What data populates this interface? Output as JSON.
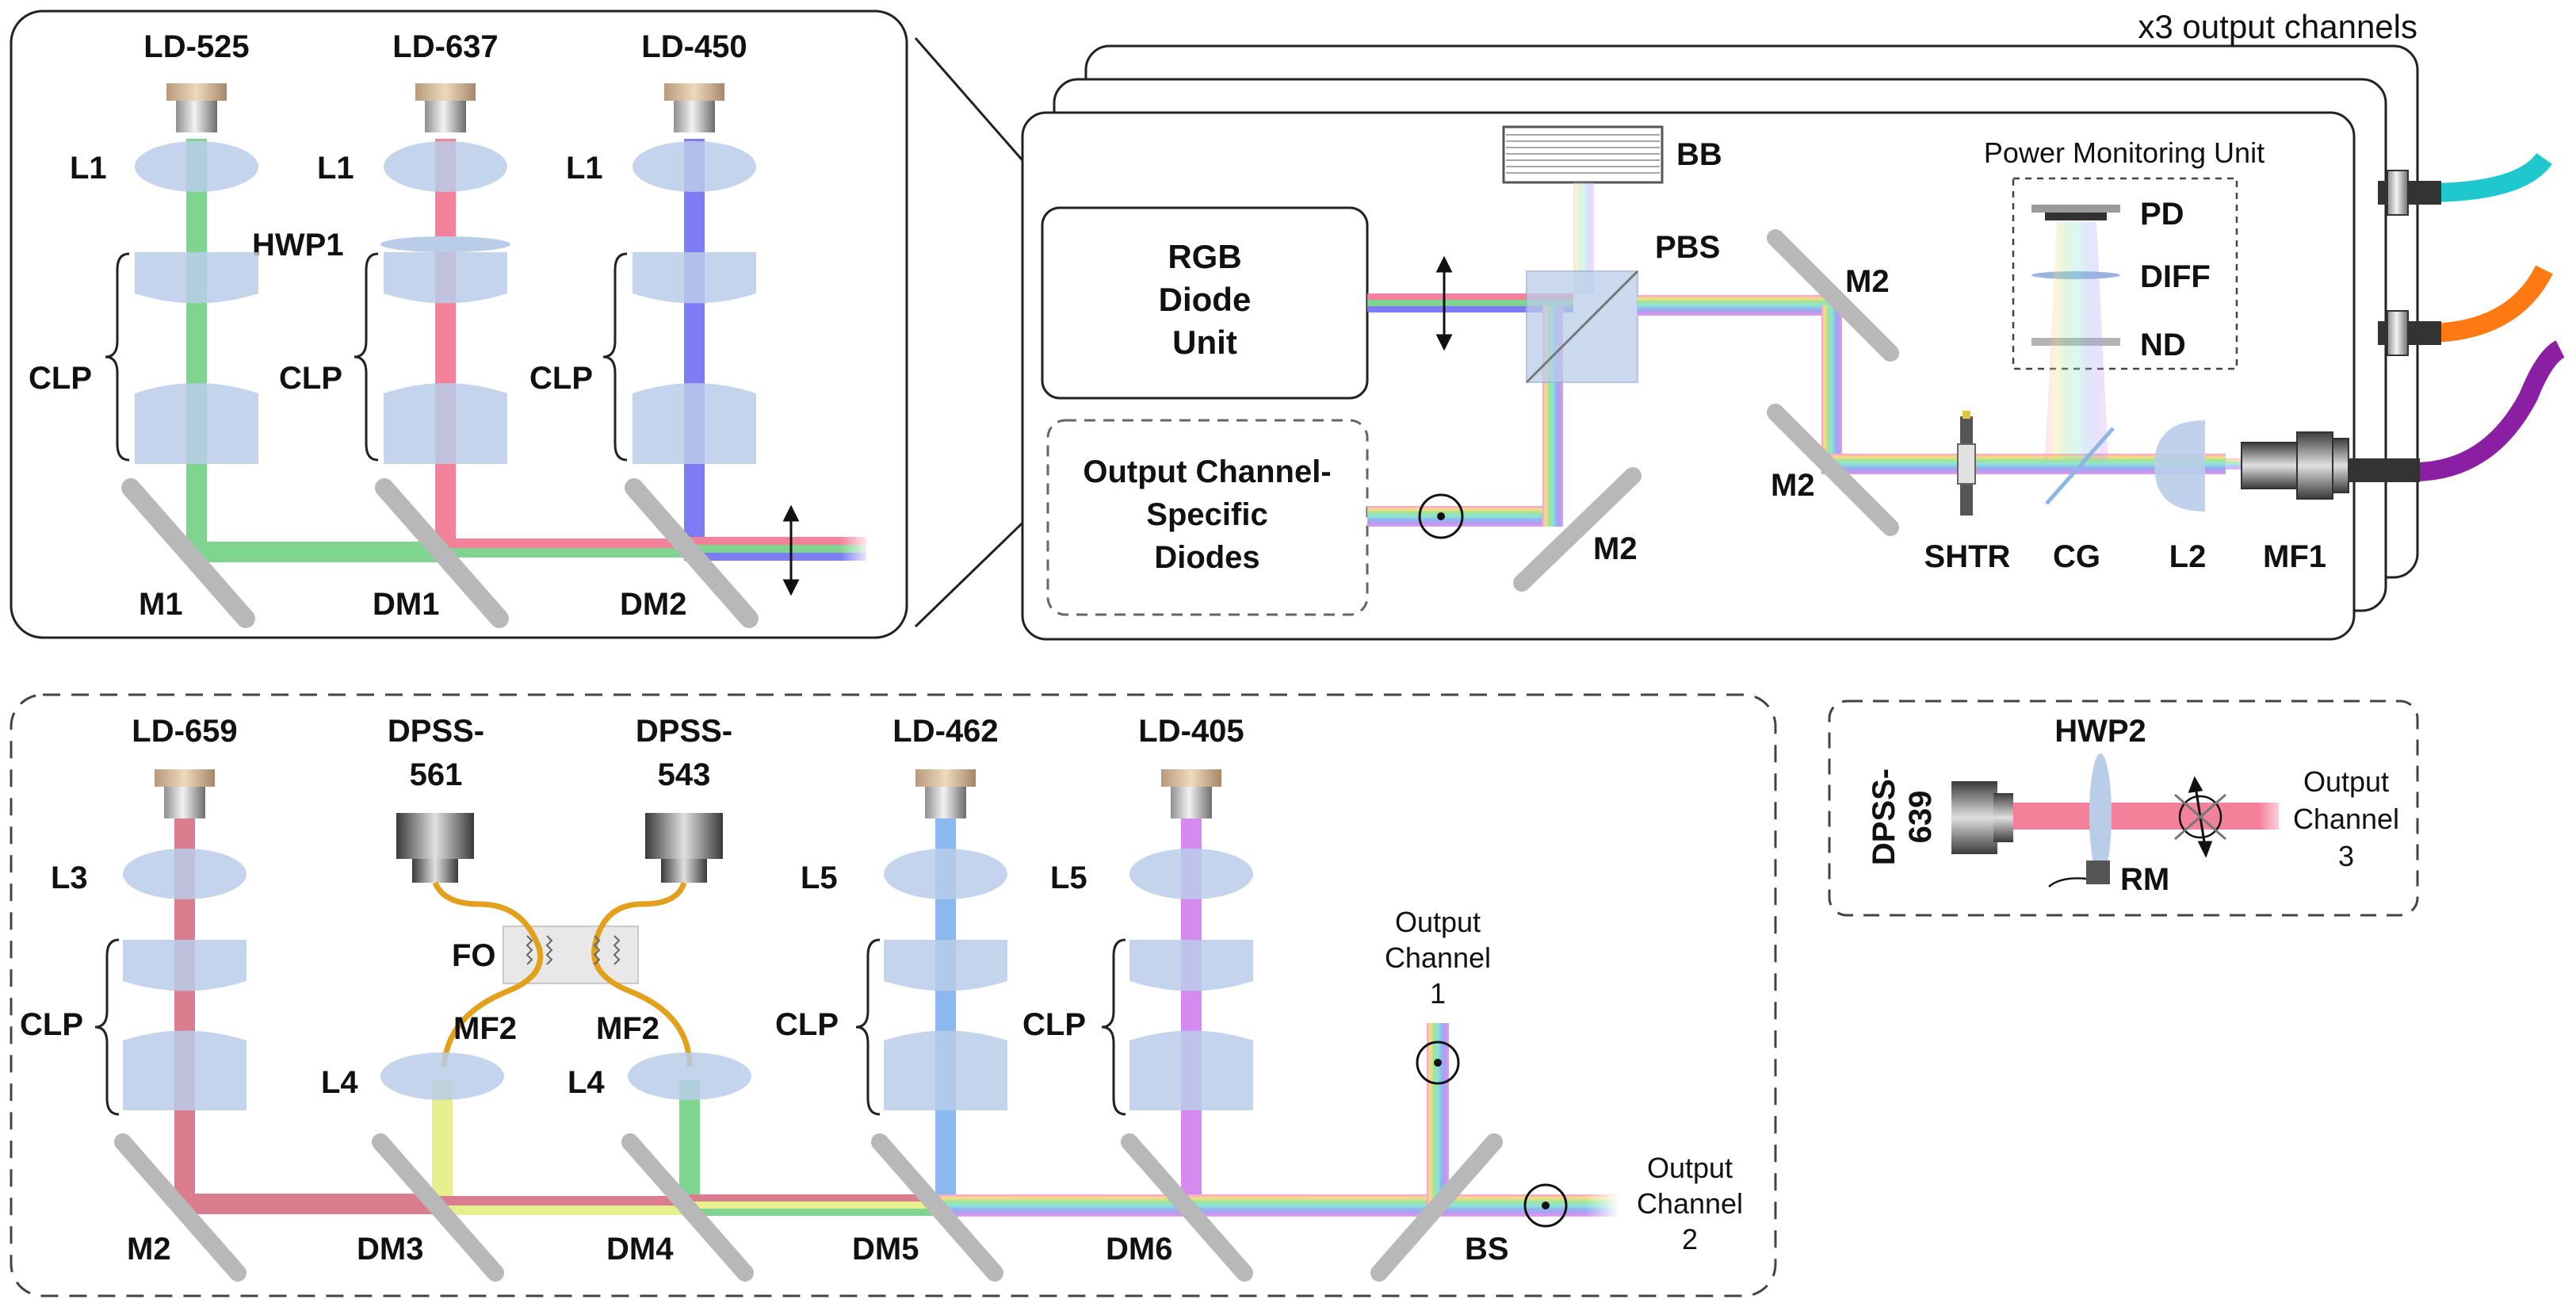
{
  "top_left": {
    "lasers": [
      "LD-525",
      "LD-637",
      "LD-450"
    ],
    "l1": "L1",
    "hwp1": "HWP1",
    "clp": "CLP",
    "m1": "M1",
    "dm1": "DM1",
    "dm2": "DM2"
  },
  "top_right": {
    "header": "x3 output channels",
    "rgb_unit": [
      "RGB",
      "Diode",
      "Unit"
    ],
    "ocs_diodes": [
      "Output Channel-",
      "Specific",
      "Diodes"
    ],
    "bb": "BB",
    "pbs": "PBS",
    "m2": "M2",
    "pmu_title": "Power Monitoring Unit",
    "pd": "PD",
    "diff": "DIFF",
    "nd": "ND",
    "shtr": "SHTR",
    "cg": "CG",
    "l2": "L2",
    "mf1": "MF1"
  },
  "bottom_left": {
    "ld659": "LD-659",
    "dpss561": [
      "DPSS-",
      "561"
    ],
    "dpss543": [
      "DPSS-",
      "543"
    ],
    "ld462": "LD-462",
    "ld405": "LD-405",
    "l3": "L3",
    "l4": "L4",
    "l5": "L5",
    "clp": "CLP",
    "fo": "FO",
    "mf2": "MF2",
    "m2": "M2",
    "dm3": "DM3",
    "dm4": "DM4",
    "dm5": "DM5",
    "dm6": "DM6",
    "bs": "BS",
    "out1": [
      "Output",
      "Channel",
      "1"
    ],
    "out2": [
      "Output",
      "Channel",
      "2"
    ]
  },
  "bottom_right": {
    "dpss639": [
      "DPSS-",
      "639"
    ],
    "hwp2": "HWP2",
    "rm": "RM",
    "out3": [
      "Output",
      "Channel",
      "3"
    ]
  },
  "colors": {
    "green": "#7fd48f",
    "red": "#f4819a",
    "blue": "#7d7cf5",
    "darkred": "#d97d8f",
    "yellow": "#e7f08e",
    "sky": "#8cb8f0",
    "violet": "#d58af0",
    "lens": "#b9cde9",
    "fiber_cyan": "#1fc8cc",
    "fiber_orange": "#ff7a12",
    "fiber_purple": "#8a1fa3",
    "fiber_gold": "#e3a01c"
  }
}
